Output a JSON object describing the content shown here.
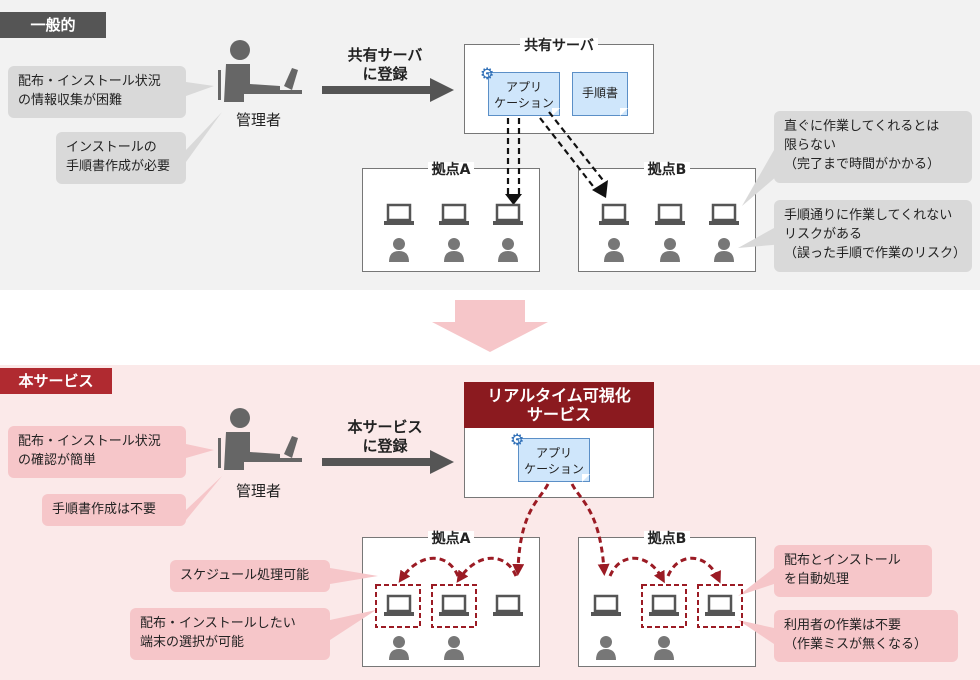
{
  "top": {
    "tag": "一般的",
    "admin_label": "管理者",
    "register_label_1": "共有サーバ",
    "register_label_2": "に登録",
    "server_title": "共有サーバ",
    "app_label_1": "アプリ",
    "app_label_2": "ケーション",
    "manual_label": "手順書",
    "site_a": "拠点A",
    "site_b": "拠点B",
    "bubble_left_1": [
      "配布・インストール状況",
      "の情報収集が困難"
    ],
    "bubble_left_2": [
      "インストールの",
      "手順書作成が必要"
    ],
    "bubble_right_1": [
      "直ぐに作業してくれるとは",
      "限らない",
      "（完了まで時間がかかる）"
    ],
    "bubble_right_2": [
      "手順通りに作業してくれない",
      "リスクがある",
      "（誤った手順で作業のリスク）"
    ]
  },
  "bottom": {
    "tag": "本サービス",
    "admin_label": "管理者",
    "register_label_1": "本サービス",
    "register_label_2": "に登録",
    "service_title_1": "リアルタイム可視化",
    "service_title_2": "サービス",
    "app_label_1": "アプリ",
    "app_label_2": "ケーション",
    "site_a": "拠点A",
    "site_b": "拠点B",
    "bubble_left_1": [
      "配布・インストール状況",
      "の確認が簡単"
    ],
    "bubble_left_2": [
      "手順書作成は不要"
    ],
    "bubble_mid_1": [
      "スケジュール処理可能"
    ],
    "bubble_mid_2": [
      "配布・インストールしたい",
      "端末の選択が可能"
    ],
    "bubble_right_1": [
      "配布とインストール",
      "を自動処理"
    ],
    "bubble_right_2": [
      "利用者の作業は不要",
      "（作業ミスが無くなる）"
    ]
  },
  "colors": {
    "gray": "#555555",
    "accent": "#b02a30",
    "dark_red": "#8b1a1f",
    "doc_blue": "#cfe6fb"
  },
  "icons": [
    "person-at-laptop-icon",
    "laptop-icon",
    "user-icon",
    "gear-icon",
    "down-arrow-icon"
  ]
}
